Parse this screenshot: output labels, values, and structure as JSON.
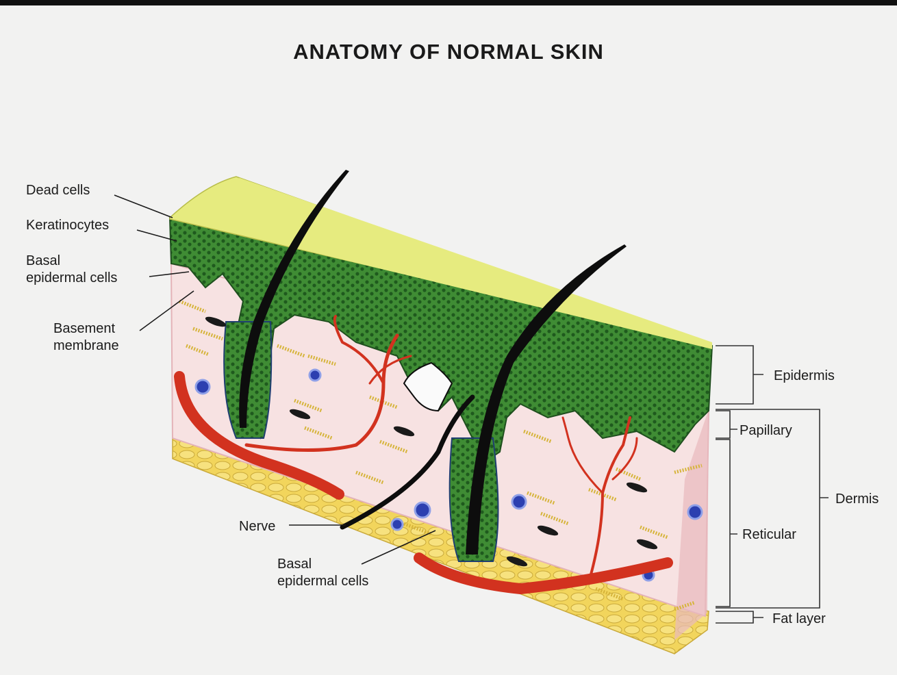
{
  "title": "ANATOMY OF NORMAL SKIN",
  "labels": {
    "dead_cells": "Dead cells",
    "keratinocytes": "Keratinocytes",
    "basal_left_1": "Basal",
    "basal_left_2": "epidermal cells",
    "basement_1": "Basement",
    "basement_2": "membrane",
    "nerve": "Nerve",
    "basal_bottom_1": "Basal",
    "basal_bottom_2": "epidermal cells",
    "epidermis": "Epidermis",
    "papillary": "Papillary",
    "dermis": "Dermis",
    "reticular": "Reticular",
    "fat_layer": "Fat layer"
  },
  "colors": {
    "surface": "#e6eb7f",
    "epidermis": "#3e8a33",
    "dermis": "#f7e2e2",
    "dermis_edge": "#e4b3b8",
    "fat": "#f2d55c",
    "vessel": "#d2321f",
    "hair": "#0d0d0d",
    "cell": "#2c3fb0",
    "collagen": "#d6b43a"
  }
}
